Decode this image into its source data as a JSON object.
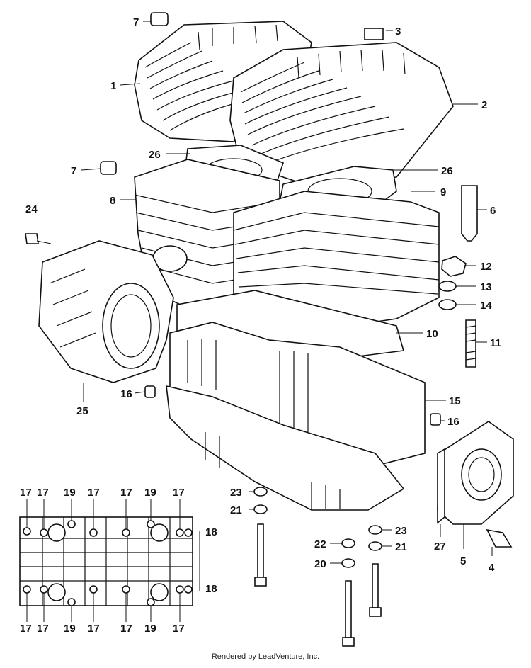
{
  "footer": "Rendered by LeadVenture, Inc.",
  "callouts": {
    "p1": "1",
    "p2": "2",
    "p3": "3",
    "p4": "4",
    "p5": "5",
    "p6": "6",
    "p7a": "7",
    "p7b": "7",
    "p8": "8",
    "p9": "9",
    "p10": "10",
    "p11": "11",
    "p12": "12",
    "p13": "13",
    "p14": "14",
    "p15": "15",
    "p16a": "16",
    "p16b": "16",
    "p17": "17",
    "p18": "18",
    "p19": "19",
    "p20": "20",
    "p21": "21",
    "p22": "22",
    "p23": "23",
    "p24": "24",
    "p25": "25",
    "p26": "26",
    "p27": "27"
  }
}
